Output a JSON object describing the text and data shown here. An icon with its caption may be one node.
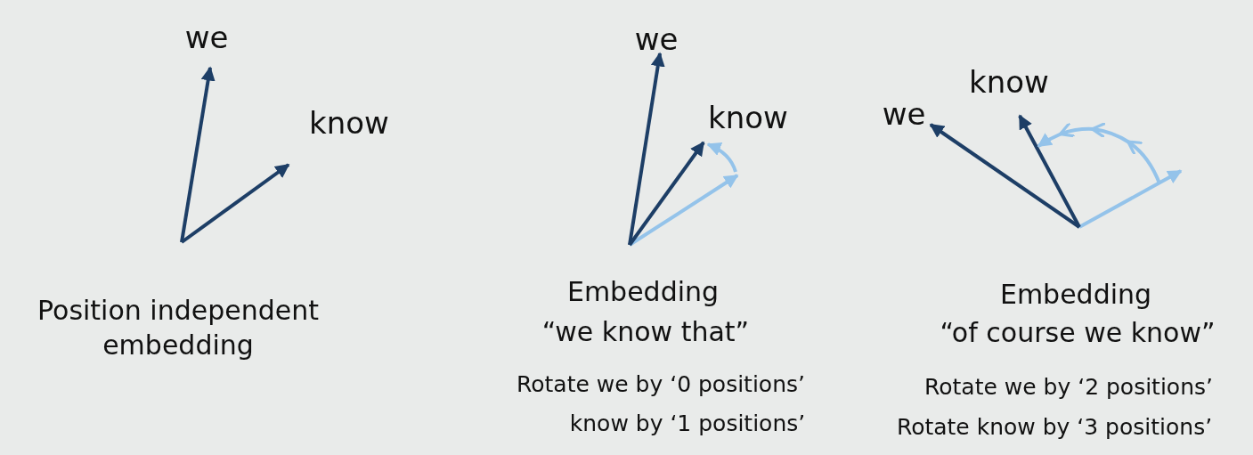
{
  "diagram": {
    "labels": [
      "we",
      "know",
      "Position independent embedding",
      "we",
      "know",
      "Embedding",
      "“we know that”",
      "Rotate we by ‘0 positions’",
      "know by ‘1 positions’",
      "know",
      "we",
      "Embedding",
      "“of course we know”",
      "Rotate we by ‘2 positions’",
      "Rotate know by ‘3 positions’"
    ]
  }
}
